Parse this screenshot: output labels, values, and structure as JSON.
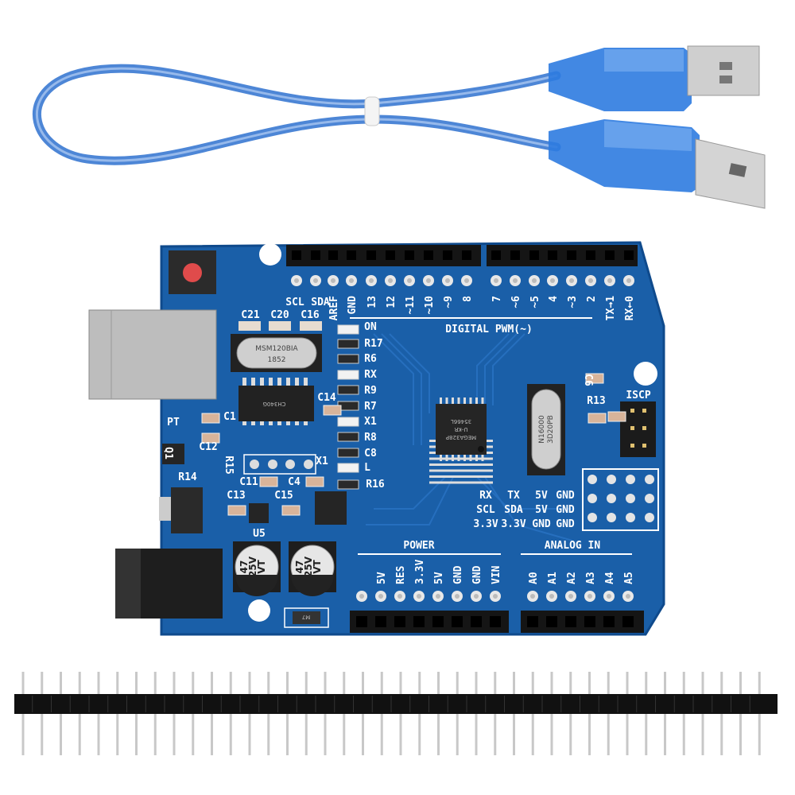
{
  "product": {
    "items": [
      "usb-cable",
      "uno-board",
      "pin-header-strip"
    ],
    "colors": {
      "pcb": "#1a5fa8",
      "pcb_dark": "#0f4a8c",
      "cable": "#4d86d6",
      "header": "#111111",
      "pin": "#c8c8c8",
      "reset_button": "#e04b4b"
    }
  },
  "board": {
    "top_header_labels": [
      "SCL",
      "SDA",
      "AREF",
      "GND",
      "13",
      "12",
      "~11",
      "~10",
      "~9",
      "8",
      "7",
      "~6",
      "~5",
      "4",
      "~3",
      "2",
      "TX→1",
      "RX←0"
    ],
    "digital_title": "DIGITAL PWM(~)",
    "power_title": "POWER",
    "analog_title": "ANALOG IN",
    "power_labels": [
      "5V",
      "RES",
      "3.3V",
      "5V",
      "GND",
      "GND",
      "VIN"
    ],
    "analog_labels": [
      "A0",
      "A1",
      "A2",
      "A3",
      "A4",
      "A5"
    ],
    "component_labels": [
      "C21",
      "C20",
      "C16",
      "ON",
      "R17",
      "R6",
      "RX",
      "R9",
      "R7",
      "X1",
      "R8",
      "C8",
      "L",
      "R16",
      "C14",
      "C1",
      "PT",
      "C12",
      "R14",
      "R15",
      "X1",
      "C11",
      "C4",
      "C13",
      "C15",
      "U5",
      "C6",
      "R13",
      "ISCP",
      "Q1"
    ],
    "breakout_rows": [
      [
        "RX",
        "TX",
        "5V",
        "GND"
      ],
      [
        "SCL",
        "SDA",
        "5V",
        "GND"
      ],
      [
        "3.3V",
        "3.3V",
        "GND",
        "GND"
      ]
    ],
    "crystal_small": {
      "line1": "MSM120BIA",
      "line2": "1852"
    },
    "crystal_main": {
      "line1": "N16000",
      "line2": "3D20PB"
    },
    "usb_chip": "CH340G",
    "mcu": {
      "line1": "MEGA328P",
      "line2": "U-KR",
      "line3": "35466L"
    },
    "capacitors": [
      {
        "line1": "47",
        "line2": "25V",
        "line3": "VT"
      },
      {
        "line1": "47",
        "line2": "25V",
        "line3": "VT"
      }
    ],
    "diode": "M7"
  }
}
